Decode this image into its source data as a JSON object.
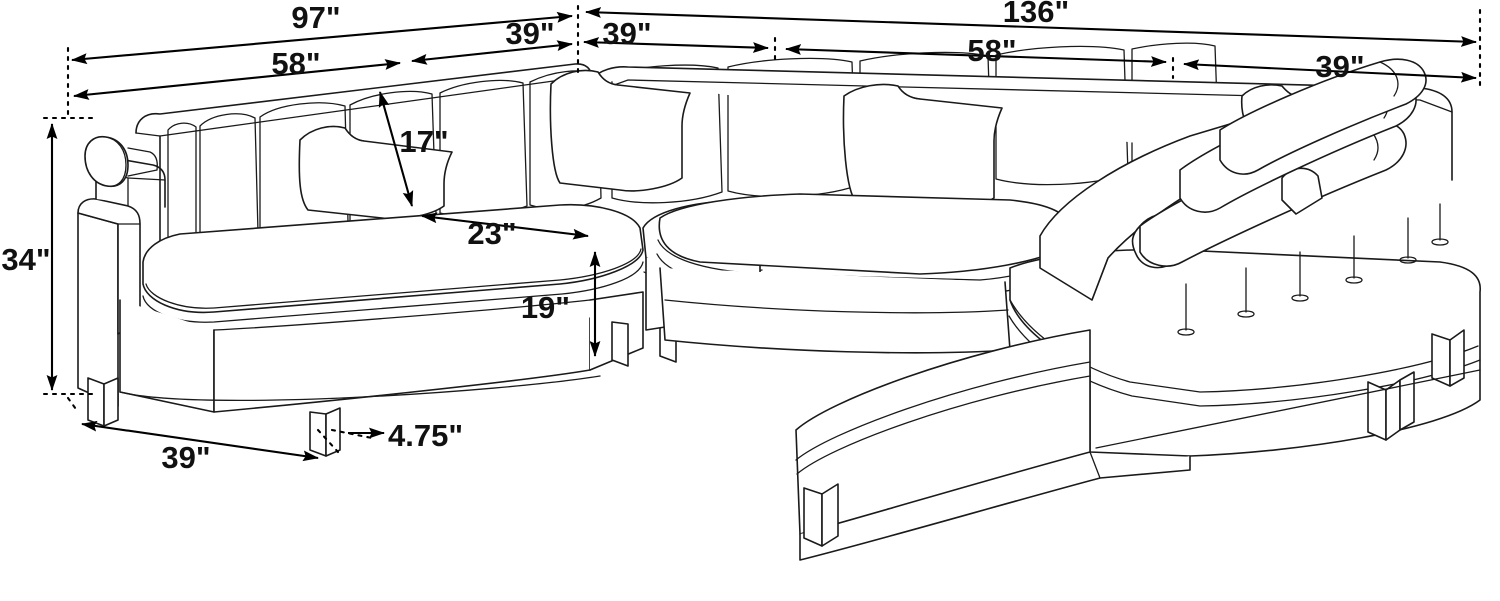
{
  "diagram": {
    "title": "Sectional Sofa Dimension Diagram",
    "unit": "inches",
    "background_color": "#ffffff",
    "line_color": "#1a1a1a",
    "dimension_color": "#000000"
  },
  "dimensions": {
    "left_overall": "97\"",
    "left_seat_span": "58\"",
    "left_corner_span": "39\"",
    "right_overall": "136\"",
    "right_first_span": "39\"",
    "right_middle_span": "58\"",
    "right_last_span": "39\"",
    "overall_height": "34\"",
    "pillow_height": "17\"",
    "seat_depth": "23\"",
    "seat_height": "19\"",
    "base_depth": "39\"",
    "leg_height": "4.75\""
  },
  "parts": {
    "left_arm": "left-arm",
    "left_bolster": "left-bolster-cushion",
    "back_cushions": "back-cushions",
    "throw_pillows": "throw-pillows",
    "seat_cushions": "seat-cushions",
    "corner_module": "corner-module",
    "right_chaise": "right-chaise",
    "right_bolsters": "right-bolster-cushions",
    "legs": "wooden-legs"
  }
}
